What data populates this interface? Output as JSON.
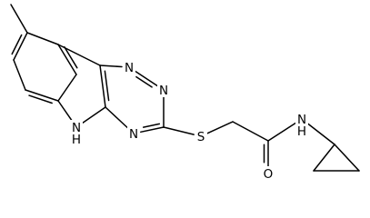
{
  "molecule": {
    "atoms": [
      {
        "id": "methyl",
        "symbol": "",
        "label": ""
      },
      {
        "id": "c_me",
        "symbol": "C",
        "label": ""
      },
      {
        "id": "c_b1",
        "symbol": "C",
        "label": ""
      },
      {
        "id": "c_b2",
        "symbol": "C",
        "label": ""
      },
      {
        "id": "c_b3",
        "symbol": "C",
        "label": ""
      },
      {
        "id": "c_b4",
        "symbol": "C",
        "label": ""
      },
      {
        "id": "c_b5",
        "symbol": "C",
        "label": ""
      },
      {
        "id": "c_f1",
        "symbol": "C",
        "label": ""
      },
      {
        "id": "n_h",
        "symbol": "N",
        "label": "N\nH"
      },
      {
        "id": "c_f2",
        "symbol": "C",
        "label": ""
      },
      {
        "id": "n_top1",
        "symbol": "N",
        "label": "N"
      },
      {
        "id": "n_top2",
        "symbol": "N",
        "label": "N"
      },
      {
        "id": "c_s",
        "symbol": "C",
        "label": ""
      },
      {
        "id": "n_bot",
        "symbol": "N",
        "label": "N"
      },
      {
        "id": "s",
        "symbol": "S",
        "label": "S"
      },
      {
        "id": "ch2",
        "symbol": "C",
        "label": ""
      },
      {
        "id": "c_co",
        "symbol": "C",
        "label": ""
      },
      {
        "id": "o",
        "symbol": "O",
        "label": "O"
      },
      {
        "id": "n_amide",
        "symbol": "N",
        "label": "N\nH"
      },
      {
        "id": "cp1",
        "symbol": "C",
        "label": ""
      },
      {
        "id": "cp2",
        "symbol": "C",
        "label": ""
      },
      {
        "id": "cp3",
        "symbol": "C",
        "label": ""
      }
    ],
    "bonds": [
      {
        "a": "methyl",
        "b": "c_me",
        "order": 1
      },
      {
        "a": "c_me",
        "b": "c_b1",
        "order": 2
      },
      {
        "a": "c_b1",
        "b": "c_b2",
        "order": 1
      },
      {
        "a": "c_b2",
        "b": "c_b3",
        "order": 2
      },
      {
        "a": "c_b3",
        "b": "c_b4",
        "order": 1
      },
      {
        "a": "c_b4",
        "b": "c_b5",
        "order": 2
      },
      {
        "a": "c_b5",
        "b": "c_me",
        "order": 1
      },
      {
        "a": "c_b5",
        "b": "c_f1",
        "order": 1
      },
      {
        "a": "c_b3",
        "b": "n_h",
        "order": 1
      },
      {
        "a": "n_h",
        "b": "c_f2",
        "order": 1
      },
      {
        "a": "c_f2",
        "b": "c_f1",
        "order": 2
      },
      {
        "a": "c_f1",
        "b": "n_top1",
        "order": 1
      },
      {
        "a": "n_top1",
        "b": "n_top2",
        "order": 2
      },
      {
        "a": "n_top2",
        "b": "c_s",
        "order": 1
      },
      {
        "a": "c_s",
        "b": "n_bot",
        "order": 2
      },
      {
        "a": "n_bot",
        "b": "c_f2",
        "order": 1
      },
      {
        "a": "c_s",
        "b": "s",
        "order": 1
      },
      {
        "a": "s",
        "b": "ch2",
        "order": 1
      },
      {
        "a": "ch2",
        "b": "c_co",
        "order": 1
      },
      {
        "a": "c_co",
        "b": "o",
        "order": 2
      },
      {
        "a": "c_co",
        "b": "n_amide",
        "order": 1
      },
      {
        "a": "n_amide",
        "b": "cp1",
        "order": 1
      },
      {
        "a": "cp1",
        "b": "cp2",
        "order": 1
      },
      {
        "a": "cp2",
        "b": "cp3",
        "order": 1
      },
      {
        "a": "cp3",
        "b": "cp1",
        "order": 1
      }
    ]
  }
}
